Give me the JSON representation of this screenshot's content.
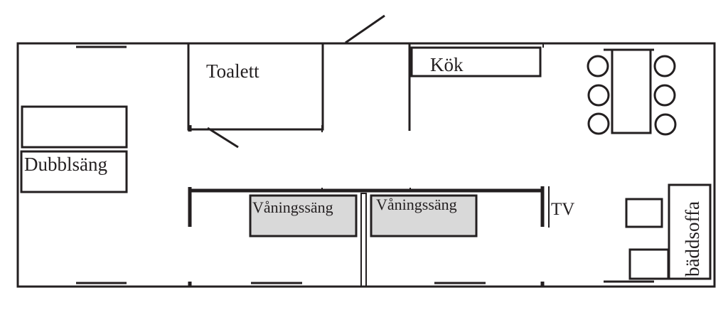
{
  "floorplan": {
    "rooms": {
      "toilet": "Toalett",
      "kitchen": "Kök",
      "double_bed": "Dubblsäng",
      "bunk_bed_1": "Våningssäng",
      "bunk_bed_2": "Våningssäng",
      "tv": "TV",
      "sofa_bed": "bäddsoffa"
    },
    "colors": {
      "line": "#231f20",
      "bunk_fill": "#d9d9d9"
    }
  }
}
